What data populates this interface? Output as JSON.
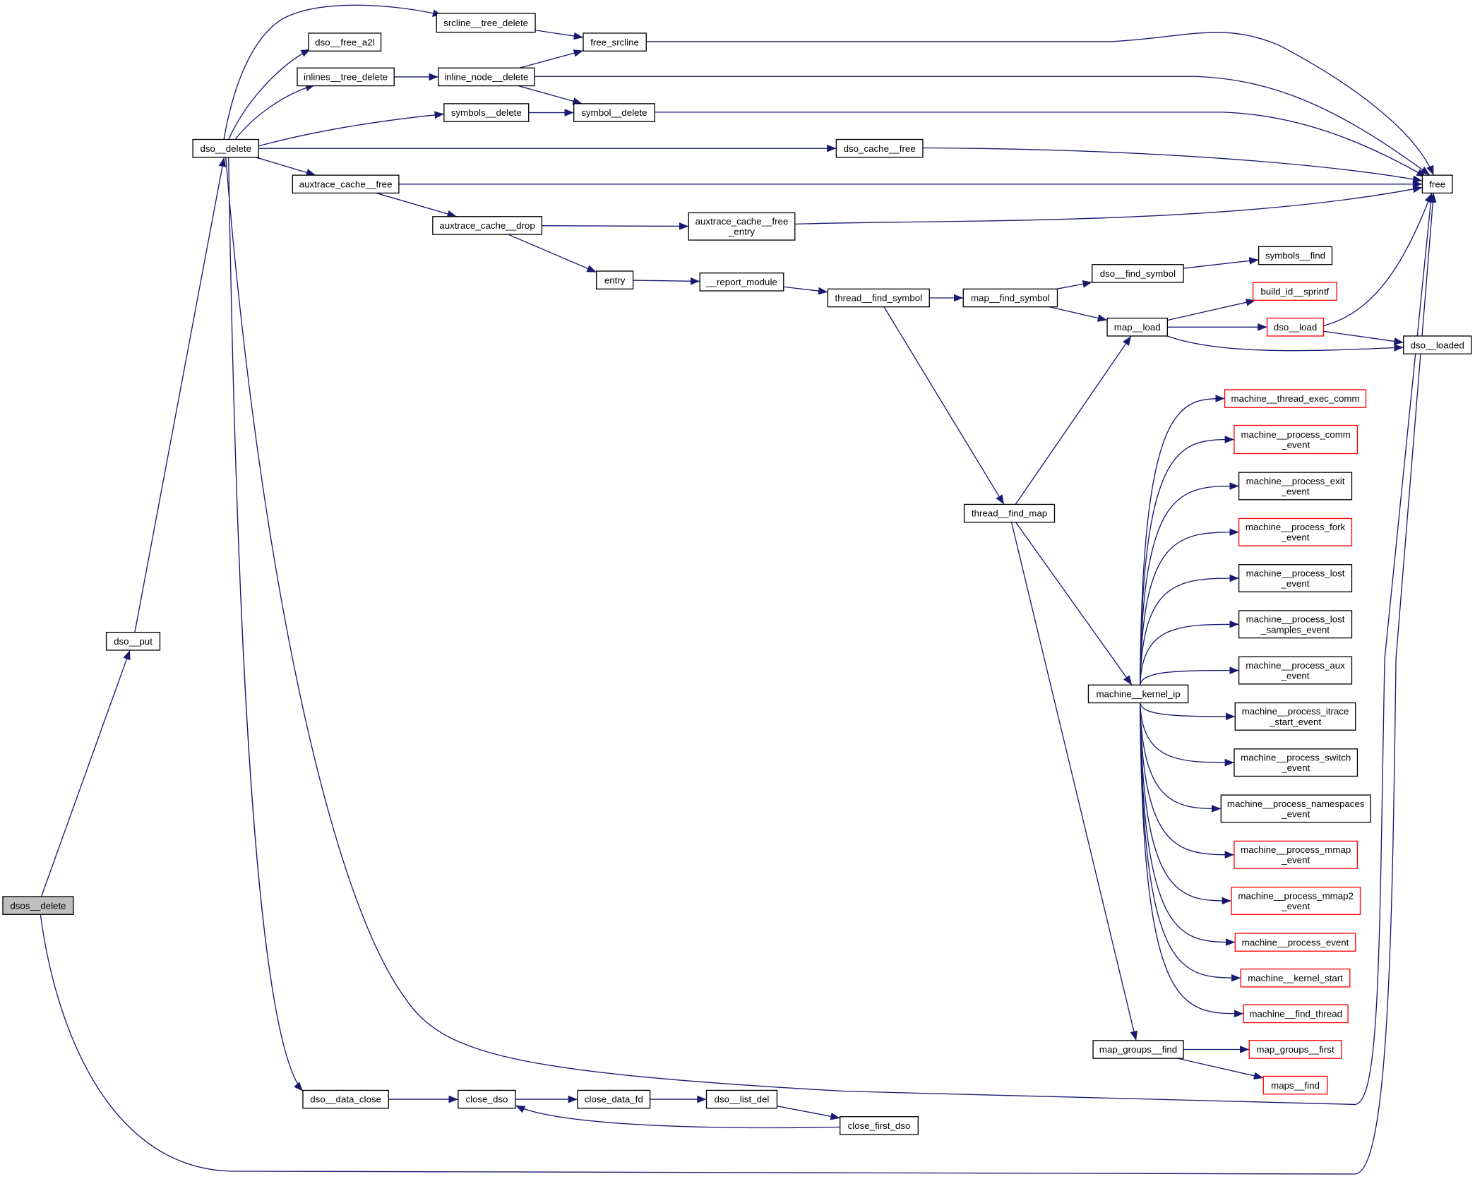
{
  "graph": {
    "edge_color": "#191970",
    "root_fill": "#bfbfbf",
    "truncated_border_color": "#ff0000",
    "nodes": [
      {
        "id": "dsos__delete",
        "label": [
          "dsos__delete"
        ],
        "style": "root"
      },
      {
        "id": "dso__put",
        "label": [
          "dso__put"
        ],
        "style": "normal"
      },
      {
        "id": "dso__delete",
        "label": [
          "dso__delete"
        ],
        "style": "normal"
      },
      {
        "id": "srcline__tree_delete",
        "label": [
          "srcline__tree_delete"
        ],
        "style": "normal"
      },
      {
        "id": "dso__free_a2l",
        "label": [
          "dso__free_a2l"
        ],
        "style": "normal"
      },
      {
        "id": "inlines__tree_delete",
        "label": [
          "inlines__tree_delete"
        ],
        "style": "normal"
      },
      {
        "id": "inline_node__delete",
        "label": [
          "inline_node__delete"
        ],
        "style": "normal"
      },
      {
        "id": "free_srcline",
        "label": [
          "free_srcline"
        ],
        "style": "normal"
      },
      {
        "id": "symbols__delete",
        "label": [
          "symbols__delete"
        ],
        "style": "normal"
      },
      {
        "id": "symbol__delete",
        "label": [
          "symbol__delete"
        ],
        "style": "normal"
      },
      {
        "id": "dso_cache__free",
        "label": [
          "dso_cache__free"
        ],
        "style": "normal"
      },
      {
        "id": "auxtrace_cache__free",
        "label": [
          "auxtrace_cache__free"
        ],
        "style": "normal"
      },
      {
        "id": "free",
        "label": [
          "free"
        ],
        "style": "normal"
      },
      {
        "id": "auxtrace_cache__drop",
        "label": [
          "auxtrace_cache__drop"
        ],
        "style": "normal"
      },
      {
        "id": "auxtrace_cache__free_entry",
        "label": [
          "auxtrace_cache__free",
          "_entry"
        ],
        "style": "normal"
      },
      {
        "id": "entry",
        "label": [
          "entry"
        ],
        "style": "normal"
      },
      {
        "id": "__report_module",
        "label": [
          "__report_module"
        ],
        "style": "normal"
      },
      {
        "id": "thread__find_symbol",
        "label": [
          "thread__find_symbol"
        ],
        "style": "normal"
      },
      {
        "id": "map__find_symbol",
        "label": [
          "map__find_symbol"
        ],
        "style": "normal"
      },
      {
        "id": "dso__find_symbol",
        "label": [
          "dso__find_symbol"
        ],
        "style": "normal"
      },
      {
        "id": "symbols__find",
        "label": [
          "symbols__find"
        ],
        "style": "normal"
      },
      {
        "id": "build_id__sprintf",
        "label": [
          "build_id__sprintf"
        ],
        "style": "red"
      },
      {
        "id": "map__load",
        "label": [
          "map__load"
        ],
        "style": "normal"
      },
      {
        "id": "dso__load",
        "label": [
          "dso__load"
        ],
        "style": "red"
      },
      {
        "id": "dso__loaded",
        "label": [
          "dso__loaded"
        ],
        "style": "normal"
      },
      {
        "id": "machine__thread_exec_comm",
        "label": [
          "machine__thread_exec_comm"
        ],
        "style": "red"
      },
      {
        "id": "machine__process_comm_event",
        "label": [
          "machine__process_comm",
          "_event"
        ],
        "style": "red"
      },
      {
        "id": "machine__process_exit_event",
        "label": [
          "machine__process_exit",
          "_event"
        ],
        "style": "normal"
      },
      {
        "id": "machine__process_fork_event",
        "label": [
          "machine__process_fork",
          "_event"
        ],
        "style": "red"
      },
      {
        "id": "machine__process_lost_event",
        "label": [
          "machine__process_lost",
          "_event"
        ],
        "style": "normal"
      },
      {
        "id": "machine__process_lost_samples_event",
        "label": [
          "machine__process_lost",
          "_samples_event"
        ],
        "style": "normal"
      },
      {
        "id": "machine__process_aux_event",
        "label": [
          "machine__process_aux",
          "_event"
        ],
        "style": "normal"
      },
      {
        "id": "machine__process_itrace_start_event",
        "label": [
          "machine__process_itrace",
          "_start_event"
        ],
        "style": "normal"
      },
      {
        "id": "machine__process_switch_event",
        "label": [
          "machine__process_switch",
          "_event"
        ],
        "style": "normal"
      },
      {
        "id": "machine__process_namespaces_event",
        "label": [
          "machine__process_namespaces",
          "_event"
        ],
        "style": "normal"
      },
      {
        "id": "machine__process_mmap_event",
        "label": [
          "machine__process_mmap",
          "_event"
        ],
        "style": "red"
      },
      {
        "id": "machine__process_mmap2_event",
        "label": [
          "machine__process_mmap2",
          "_event"
        ],
        "style": "red"
      },
      {
        "id": "machine__process_event",
        "label": [
          "machine__process_event"
        ],
        "style": "red"
      },
      {
        "id": "machine__kernel_start",
        "label": [
          "machine__kernel_start"
        ],
        "style": "red"
      },
      {
        "id": "machine__find_thread",
        "label": [
          "machine__find_thread"
        ],
        "style": "red"
      },
      {
        "id": "thread__find_map",
        "label": [
          "thread__find_map"
        ],
        "style": "normal"
      },
      {
        "id": "machine__kernel_ip",
        "label": [
          "machine__kernel_ip"
        ],
        "style": "normal"
      },
      {
        "id": "map_groups__find",
        "label": [
          "map_groups__find"
        ],
        "style": "normal"
      },
      {
        "id": "map_groups__first",
        "label": [
          "map_groups__first"
        ],
        "style": "red"
      },
      {
        "id": "maps__find",
        "label": [
          "maps__find"
        ],
        "style": "red"
      },
      {
        "id": "dso__data_close",
        "label": [
          "dso__data_close"
        ],
        "style": "normal"
      },
      {
        "id": "close_dso",
        "label": [
          "close_dso"
        ],
        "style": "normal"
      },
      {
        "id": "close_data_fd",
        "label": [
          "close_data_fd"
        ],
        "style": "normal"
      },
      {
        "id": "dso__list_del",
        "label": [
          "dso__list_del"
        ],
        "style": "normal"
      },
      {
        "id": "close_first_dso",
        "label": [
          "close_first_dso"
        ],
        "style": "normal"
      }
    ],
    "edges": [
      [
        "dsos__delete",
        "dso__put"
      ],
      [
        "dsos__delete",
        "free"
      ],
      [
        "dso__put",
        "dso__delete"
      ],
      [
        "dso__delete",
        "srcline__tree_delete"
      ],
      [
        "dso__delete",
        "dso__free_a2l"
      ],
      [
        "dso__delete",
        "inlines__tree_delete"
      ],
      [
        "dso__delete",
        "symbols__delete"
      ],
      [
        "dso__delete",
        "dso_cache__free"
      ],
      [
        "dso__delete",
        "auxtrace_cache__free"
      ],
      [
        "dso__delete",
        "free"
      ],
      [
        "dso__delete",
        "dso__data_close"
      ],
      [
        "srcline__tree_delete",
        "free_srcline"
      ],
      [
        "inlines__tree_delete",
        "inline_node__delete"
      ],
      [
        "inline_node__delete",
        "free_srcline"
      ],
      [
        "inline_node__delete",
        "symbol__delete"
      ],
      [
        "inline_node__delete",
        "free"
      ],
      [
        "free_srcline",
        "free"
      ],
      [
        "symbols__delete",
        "symbol__delete"
      ],
      [
        "symbol__delete",
        "free"
      ],
      [
        "dso_cache__free",
        "free"
      ],
      [
        "auxtrace_cache__free",
        "free"
      ],
      [
        "auxtrace_cache__free",
        "auxtrace_cache__drop"
      ],
      [
        "auxtrace_cache__drop",
        "auxtrace_cache__free_entry"
      ],
      [
        "auxtrace_cache__drop",
        "entry"
      ],
      [
        "auxtrace_cache__free_entry",
        "free"
      ],
      [
        "entry",
        "__report_module"
      ],
      [
        "__report_module",
        "thread__find_symbol"
      ],
      [
        "thread__find_symbol",
        "map__find_symbol"
      ],
      [
        "thread__find_symbol",
        "thread__find_map"
      ],
      [
        "map__find_symbol",
        "dso__find_symbol"
      ],
      [
        "map__find_symbol",
        "map__load"
      ],
      [
        "dso__find_symbol",
        "symbols__find"
      ],
      [
        "map__load",
        "build_id__sprintf"
      ],
      [
        "map__load",
        "dso__load"
      ],
      [
        "map__load",
        "dso__loaded"
      ],
      [
        "dso__load",
        "free"
      ],
      [
        "dso__load",
        "dso__loaded"
      ],
      [
        "thread__find_map",
        "map__load"
      ],
      [
        "thread__find_map",
        "machine__kernel_ip"
      ],
      [
        "thread__find_map",
        "map_groups__find"
      ],
      [
        "machine__kernel_ip",
        "machine__thread_exec_comm"
      ],
      [
        "machine__kernel_ip",
        "machine__process_comm_event"
      ],
      [
        "machine__kernel_ip",
        "machine__process_exit_event"
      ],
      [
        "machine__kernel_ip",
        "machine__process_fork_event"
      ],
      [
        "machine__kernel_ip",
        "machine__process_lost_event"
      ],
      [
        "machine__kernel_ip",
        "machine__process_lost_samples_event"
      ],
      [
        "machine__kernel_ip",
        "machine__process_aux_event"
      ],
      [
        "machine__kernel_ip",
        "machine__process_itrace_start_event"
      ],
      [
        "machine__kernel_ip",
        "machine__process_switch_event"
      ],
      [
        "machine__kernel_ip",
        "machine__process_namespaces_event"
      ],
      [
        "machine__kernel_ip",
        "machine__process_mmap_event"
      ],
      [
        "machine__kernel_ip",
        "machine__process_mmap2_event"
      ],
      [
        "machine__kernel_ip",
        "machine__process_event"
      ],
      [
        "machine__kernel_ip",
        "machine__kernel_start"
      ],
      [
        "machine__kernel_ip",
        "machine__find_thread"
      ],
      [
        "map_groups__find",
        "map_groups__first"
      ],
      [
        "map_groups__find",
        "maps__find"
      ],
      [
        "dso__data_close",
        "close_dso"
      ],
      [
        "close_dso",
        "close_data_fd"
      ],
      [
        "close_data_fd",
        "dso__list_del"
      ],
      [
        "dso__list_del",
        "close_first_dso"
      ],
      [
        "close_first_dso",
        "close_dso"
      ]
    ]
  }
}
